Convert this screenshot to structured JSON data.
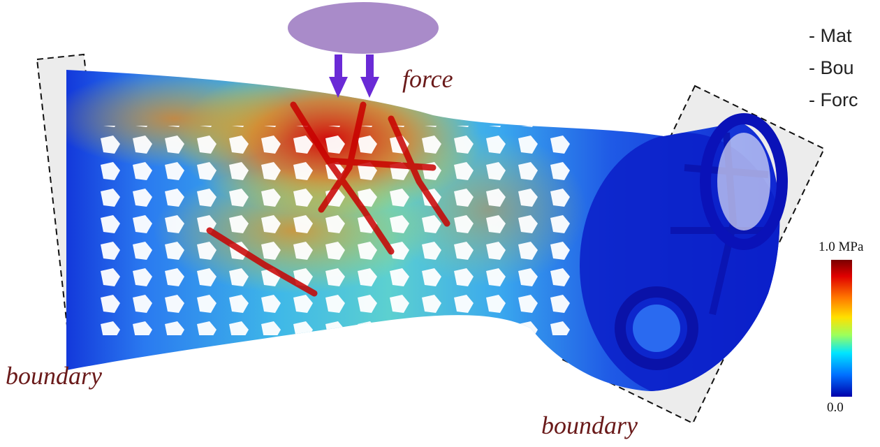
{
  "labels": {
    "force": "force",
    "boundary_left": "boundary",
    "boundary_right": "boundary"
  },
  "legend_items": [
    "- Mat",
    "- Bou",
    "- Forc"
  ],
  "colorbar": {
    "max_label": "1.0 MPa",
    "min_label": "0.0",
    "colors": [
      "#7a0000",
      "#e00000",
      "#ff7a00",
      "#ffe000",
      "#9cff5c",
      "#00e5ff",
      "#0070ff",
      "#0000aa"
    ]
  },
  "colors": {
    "load_ellipse": "#a98bc9",
    "arrow": "#6a2ad6",
    "label_text": "#6a1a1a",
    "boundary_fill": "#ececec"
  }
}
